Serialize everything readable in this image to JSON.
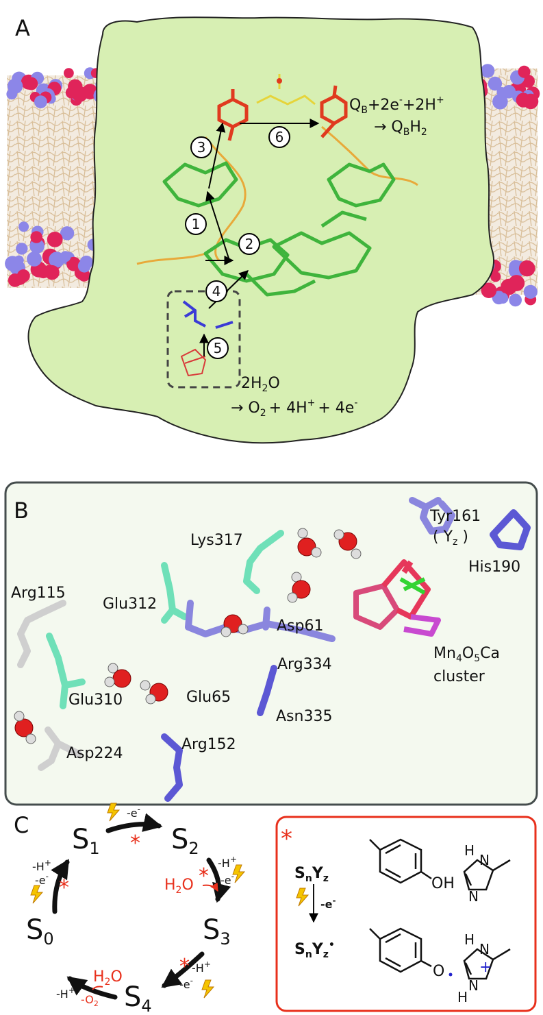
{
  "panel_a": {
    "label": "A",
    "step_labels": [
      "1",
      "2",
      "3",
      "4",
      "5",
      "6"
    ],
    "qb_reaction": {
      "reactant": "Q",
      "reactant_sub": "B",
      "plus_2e": "+2e",
      "sup_minus": "-",
      "plus_2h": "+2H",
      "sup_plus": "+",
      "arrow_product": "→ Q",
      "product_sub": "B",
      "product_h": "H",
      "product_h_sub": "2"
    },
    "water_reaction": {
      "reactant": "2H",
      "reactant_sub": "2",
      "reactant_o": "O",
      "arrow": "→ O",
      "o2_sub": "2",
      "plus_4h": "+ 4H",
      "sup_plus": "+",
      "plus_4e": "+ 4e",
      "sup_minus": "-"
    },
    "colors": {
      "protein_surface": "#d7efb3",
      "chlorophyll": "#3fb43c",
      "quinone": "#e03a1f",
      "lipid_tail": "#e3c9a4",
      "headgroup_red": "#e0245a",
      "headgroup_blue": "#8c86e8"
    }
  },
  "panel_b": {
    "label": "B",
    "residues": {
      "tyr161": "Tyr161",
      "yz": "( Y",
      "yz_sub": "z",
      "yz_close": " )",
      "his190": "His190",
      "lys317": "Lys317",
      "arg115": "Arg115",
      "glu312": "Glu312",
      "asp61": "Asp61",
      "mn_cluster_line1": "Mn",
      "mn_sub4": "4",
      "mn_o": "O",
      "mn_sub5": "5",
      "mn_ca": "Ca",
      "mn_cluster_line2": "cluster",
      "arg334": "Arg334",
      "glu310": "Glu310",
      "glu65": "Glu65",
      "asn335": "Asn335",
      "asp224": "Asp224",
      "arg152": "Arg152"
    }
  },
  "panel_c": {
    "label": "C",
    "states": {
      "s1": "S",
      "s1_sub": "1",
      "s2": "S",
      "s2_sub": "2",
      "s3": "S",
      "s3_sub": "3",
      "s4": "S",
      "s4_sub": "4",
      "s0": "S",
      "s0_sub": "0"
    },
    "transitions": {
      "s1_s2": "-e",
      "s2_s3_h": "-H",
      "s2_s3_e": "-e",
      "s2_s3_water": "H",
      "s2_s3_water_sub": "2",
      "s2_s3_water_o": "O",
      "s3_s4_h": "-H",
      "s3_s4_e": "-e",
      "s4_s0_h": "-H",
      "s4_s0_water": "H",
      "s4_s0_water_sub": "2",
      "s4_s0_water_o": "O",
      "s4_s0_o2": "-O",
      "s4_s0_o2_sub": "2",
      "s0_s1_h": "-H",
      "s0_s1_e": "-e",
      "sup_plus": "+",
      "sup_minus": "-"
    },
    "asterisk": "*",
    "box": {
      "top_species": "S",
      "top_species_sub": "n",
      "top_species_y": "Y",
      "top_species_y_sub": "z",
      "minus_e": "-e",
      "sup_minus": "-",
      "bottom_species": "S",
      "bottom_species_sub": "n",
      "bottom_species_y": "Y",
      "bottom_species_y_sub": "z",
      "radical_dot": "•",
      "oh": "OH",
      "o": "O",
      "h_top": "H",
      "n_top": "N",
      "n_bottom": "N",
      "h_top2": "H",
      "n_top2": "N",
      "n_bottom2": "N",
      "h_bottom2": "H",
      "plus": "+"
    },
    "colors": {
      "accent_red": "#e8301c",
      "lightning": "#f5c400"
    }
  }
}
